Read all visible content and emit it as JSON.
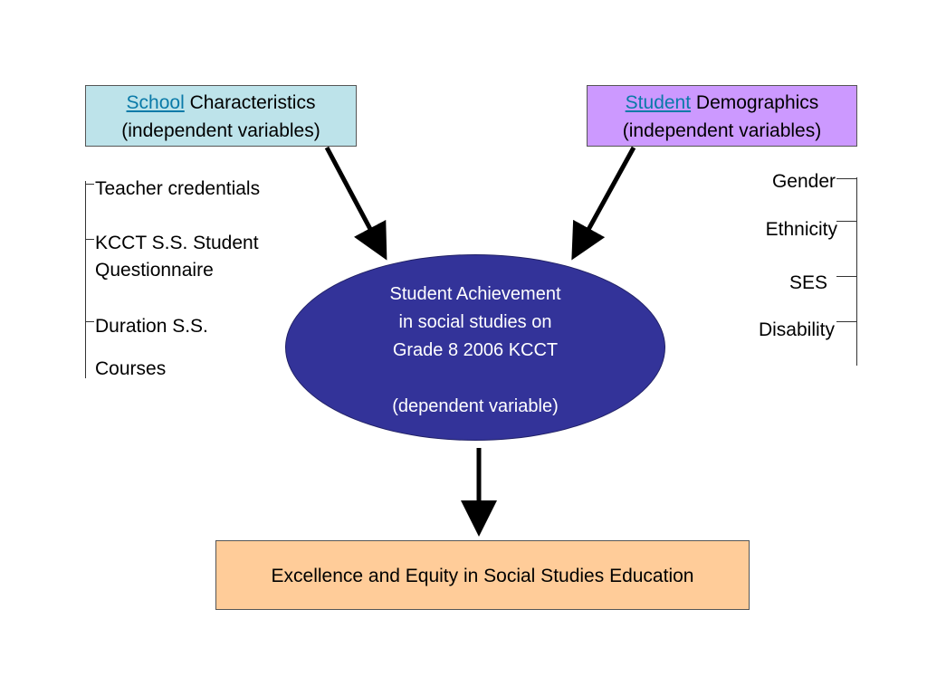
{
  "school_box": {
    "keyword": "School",
    "title_rest": " Characteristics",
    "subtitle": "(independent variables)",
    "color": "#bde3ea",
    "keyword_color": "#0a7aa8"
  },
  "student_box": {
    "keyword": "Student",
    "title_rest": " Demographics",
    "subtitle": "(independent variables)",
    "color": "#cc99ff",
    "keyword_color": "#0a7aa8"
  },
  "school_items": [
    "Teacher credentials",
    "KCCT S.S. Student",
    "Questionnaire",
    "Duration S.S.",
    "Courses"
  ],
  "student_items": [
    "Gender",
    "Ethnicity",
    "SES",
    "Disability"
  ],
  "center": {
    "line1": "Student Achievement",
    "line2": "in social studies on",
    "line3": "Grade 8 2006 KCCT",
    "line4": "(dependent variable)",
    "color": "#333399"
  },
  "outcome": {
    "label": "Excellence and Equity in Social Studies Education",
    "color": "#ffcc99"
  }
}
